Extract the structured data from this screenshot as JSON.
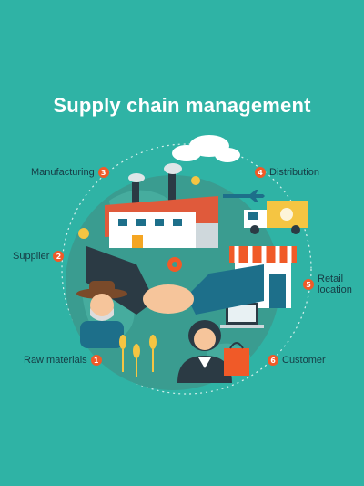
{
  "title": "Supply chain management",
  "steps": [
    {
      "num": "1",
      "label": "Raw materials"
    },
    {
      "num": "2",
      "label": "Supplier"
    },
    {
      "num": "3",
      "label": "Manufacturing"
    },
    {
      "num": "4",
      "label": "Distribution"
    },
    {
      "num": "5",
      "label_line1": "Retail",
      "label_line2": "location"
    },
    {
      "num": "6",
      "label": "Customer"
    }
  ],
  "colors": {
    "background": "#2fb3a5",
    "globe": "#3a9c90",
    "badge": "#f05a28",
    "label_text": "#163b44"
  }
}
